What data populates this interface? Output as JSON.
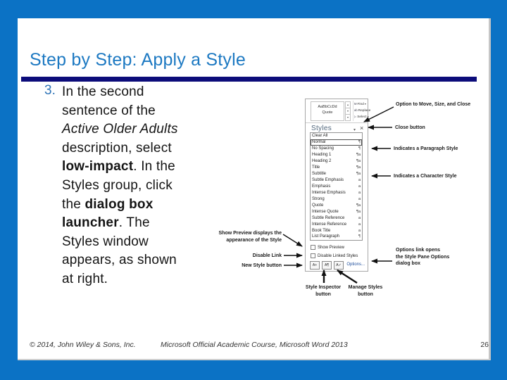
{
  "title": "Step by Step: Apply a Style",
  "step": {
    "number": "3.",
    "lines": [
      [
        {
          "t": "In the second",
          "s": "n"
        }
      ],
      [
        {
          "t": "sentence of the",
          "s": "n"
        }
      ],
      [
        {
          "t": "Active Older Adults",
          "s": "i"
        }
      ],
      [
        {
          "t": "description, select",
          "s": "n"
        }
      ],
      [
        {
          "t": "low-impact",
          "s": "b"
        },
        {
          "t": ". In the",
          "s": "n"
        }
      ],
      [
        {
          "t": "Styles group, click",
          "s": "n"
        }
      ],
      [
        {
          "t": "the ",
          "s": "n"
        },
        {
          "t": "dialog box",
          "s": "b"
        }
      ],
      [
        {
          "t": "launcher",
          "s": "b"
        },
        {
          "t": ". The",
          "s": "n"
        }
      ],
      [
        {
          "t": "Styles window",
          "s": "n"
        }
      ],
      [
        {
          "t": "appears, as shown",
          "s": "n"
        }
      ],
      [
        {
          "t": "at right.",
          "s": "n"
        }
      ]
    ]
  },
  "figure": {
    "ribbon": {
      "gallery_preview": "AaBbCcDd",
      "gallery_label": "Quote",
      "scroll_glyphs": [
        "▴",
        "▾",
        "▾"
      ],
      "items": [
        {
          "icon": "find-icon",
          "glyph": "M",
          "label": "Find",
          "caret": "▾"
        },
        {
          "icon": "replace-icon",
          "glyph": "ab",
          "label": "Replace",
          "caret": ""
        },
        {
          "icon": "select-icon",
          "glyph": "▷",
          "label": "Select",
          "caret": "▾"
        }
      ]
    },
    "pane": {
      "title": "Styles",
      "menu_glyph": "▾",
      "close_glyph": "×",
      "styles_list": [
        {
          "name": "Clear All",
          "symbol": "",
          "selected": false
        },
        {
          "name": "Normal",
          "symbol": "¶",
          "selected": true
        },
        {
          "name": "No Spacing",
          "symbol": "¶",
          "selected": false
        },
        {
          "name": "Heading 1",
          "symbol": "¶a",
          "selected": false
        },
        {
          "name": "Heading 2",
          "symbol": "¶a",
          "selected": false
        },
        {
          "name": "Title",
          "symbol": "¶a",
          "selected": false
        },
        {
          "name": "Subtitle",
          "symbol": "¶a",
          "selected": false
        },
        {
          "name": "Subtle Emphasis",
          "symbol": "a",
          "selected": false
        },
        {
          "name": "Emphasis",
          "symbol": "a",
          "selected": false
        },
        {
          "name": "Intense Emphasis",
          "symbol": "a",
          "selected": false
        },
        {
          "name": "Strong",
          "symbol": "a",
          "selected": false
        },
        {
          "name": "Quote",
          "symbol": "¶a",
          "selected": false
        },
        {
          "name": "Intense Quote",
          "symbol": "¶a",
          "selected": false
        },
        {
          "name": "Subtle Reference",
          "symbol": "a",
          "selected": false
        },
        {
          "name": "Intense Reference",
          "symbol": "a",
          "selected": false
        },
        {
          "name": "Book Title",
          "symbol": "a",
          "selected": false
        },
        {
          "name": "List Paragraph",
          "symbol": "¶",
          "selected": false
        }
      ],
      "show_preview": "Show Preview",
      "disable_linked": "Disable Linked Styles",
      "buttons": [
        {
          "icon": "new-style-button",
          "glyph": "A+"
        },
        {
          "icon": "style-inspector-button",
          "glyph": "A¶"
        },
        {
          "icon": "manage-styles-button",
          "glyph": "A✓"
        }
      ],
      "options": "Options..."
    }
  },
  "callouts": {
    "move_size_close": "Option to Move, Size, and Close",
    "close_button": "Close button",
    "paragraph_style": "Indicates a Paragraph Style",
    "character_style": "Indicates a Character Style",
    "options_lines": [
      "Options link opens",
      "the Style Pane Options",
      "dialog box"
    ],
    "show_preview_lines": [
      "Show Preview displays the",
      "appearance of the Style"
    ],
    "disable_link": "Disable Link",
    "new_style": "New Style button",
    "style_inspector_lines": [
      "Style Inspector",
      "button"
    ],
    "manage_styles_lines": [
      "Manage Styles",
      "button"
    ]
  },
  "footer": {
    "copyright": "© 2014, John Wiley & Sons, Inc.",
    "course": "Microsoft Official Academic Course, Microsoft Word 2013",
    "page": "26"
  },
  "colors": {
    "background": "#0b72c5",
    "title": "#1d79c2",
    "rule": "#0c0c7a",
    "step_number": "#2e74b7",
    "options_link": "#1f4e9c"
  }
}
